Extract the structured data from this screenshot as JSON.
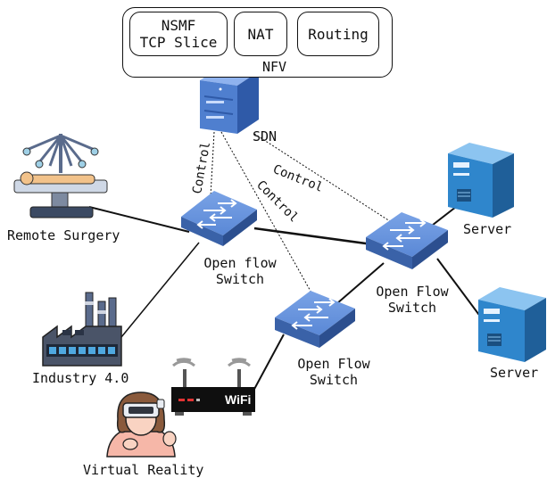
{
  "nfv": {
    "label": "NFV",
    "functions": {
      "nsmf_line1": "NSMF",
      "nsmf_line2": "TCP Slice",
      "nat": "NAT",
      "routing": "Routing"
    }
  },
  "sdn": {
    "label": "SDN"
  },
  "control_links": [
    "Control",
    "Control",
    "Control"
  ],
  "switches": {
    "left": {
      "line1": "Open flow",
      "line2": "Switch"
    },
    "right": {
      "line1": "Open Flow",
      "line2": "Switch"
    },
    "bottom": {
      "line1": "Open Flow",
      "line2": "Switch"
    }
  },
  "servers": [
    "Server",
    "Server"
  ],
  "clients": {
    "remote_surgery": "Remote Surgery",
    "industry": "Industry 4.0",
    "vr": "Virtual Reality",
    "wifi": "WiFi"
  },
  "colors": {
    "device_blue": "#4f7fcf",
    "device_dark": "#3a62a8",
    "server_blue": "#3a8fd4",
    "vr_skin": "#f6b7a8"
  }
}
